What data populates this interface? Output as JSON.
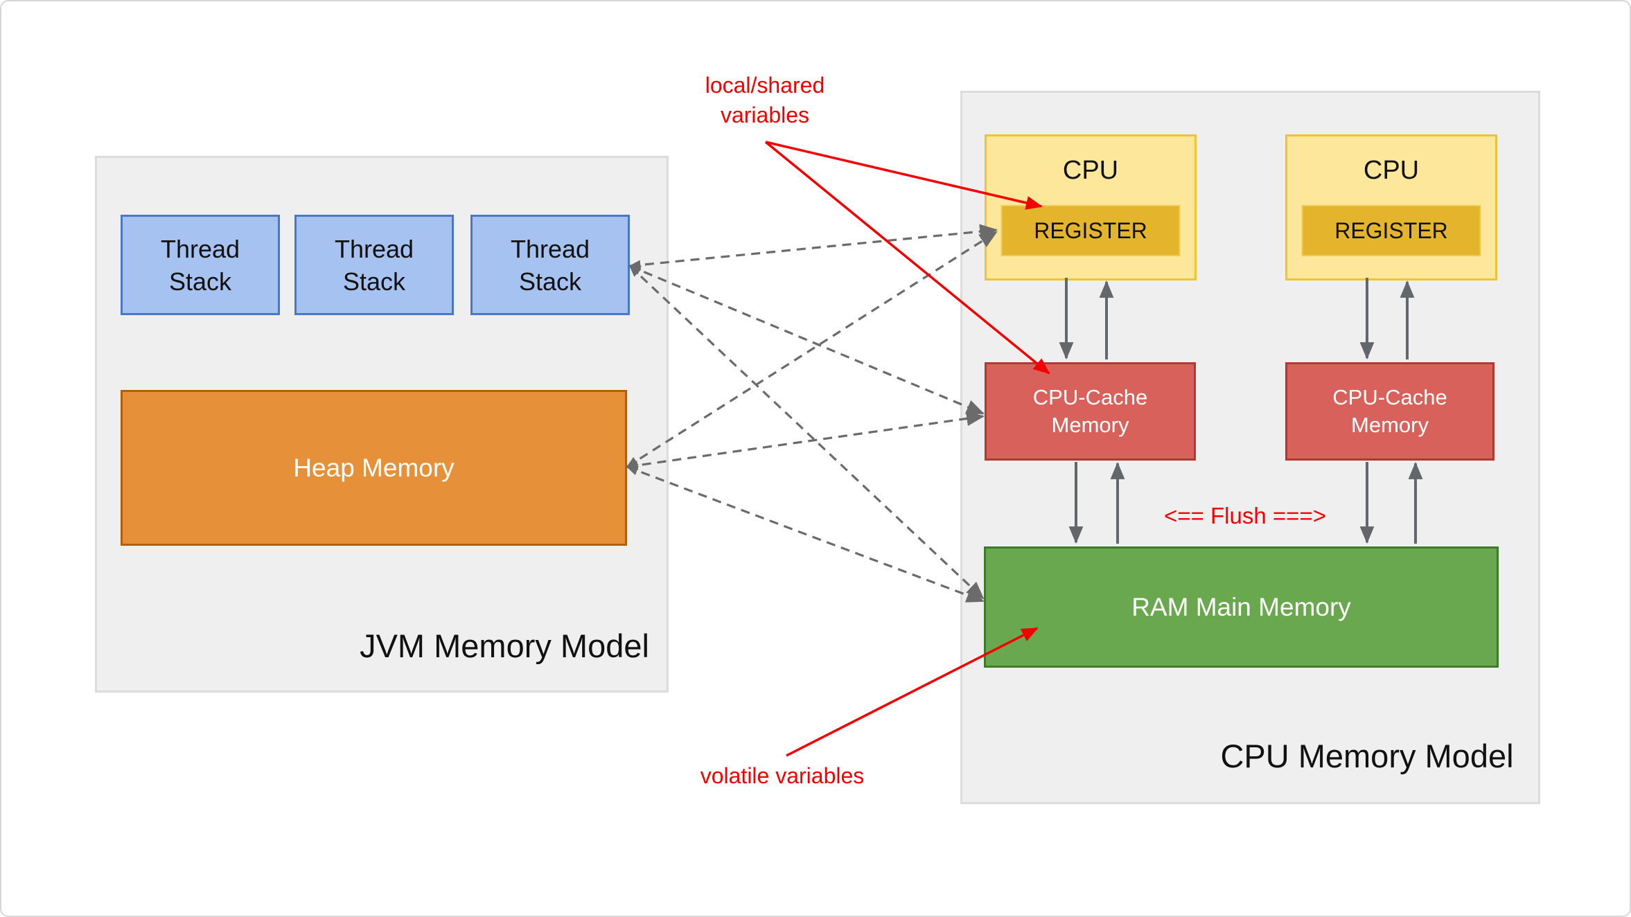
{
  "jvm": {
    "title": "JVM Memory Model",
    "thread_stacks": [
      {
        "label": "Thread Stack"
      },
      {
        "label": "Thread Stack"
      },
      {
        "label": "Thread Stack"
      }
    ],
    "heap": {
      "label": "Heap Memory"
    }
  },
  "cpu": {
    "title": "CPU Memory Model",
    "units": [
      {
        "label": "CPU",
        "register_label": "REGISTER"
      },
      {
        "label": "CPU",
        "register_label": "REGISTER"
      }
    ],
    "caches": [
      {
        "label": "CPU-Cache Memory"
      },
      {
        "label": "CPU-Cache Memory"
      }
    ],
    "ram": {
      "label": "RAM Main Memory"
    },
    "flush_label": "<== Flush ===>"
  },
  "annotations": {
    "local_shared_label": "local/shared variables",
    "volatile_label": "volatile variables"
  },
  "colors": {
    "panel_bg": "#efefef",
    "panel_border": "#dcdcdc",
    "thread_fill": "#a5c2f1",
    "thread_border": "#4677cd",
    "heap_fill": "#e6913a",
    "heap_border": "#b45f06",
    "cpu_fill": "#fde79b",
    "cpu_border": "#f1c232",
    "register_fill": "#e4b42d",
    "cache_fill": "#d8625b",
    "cache_border": "#b03a30",
    "ram_fill": "#69a84f",
    "ram_border": "#3f7a28",
    "dashed_line": "#6b6b6b",
    "solid_arrow": "#63666a",
    "annotation_red": "#f40000"
  }
}
